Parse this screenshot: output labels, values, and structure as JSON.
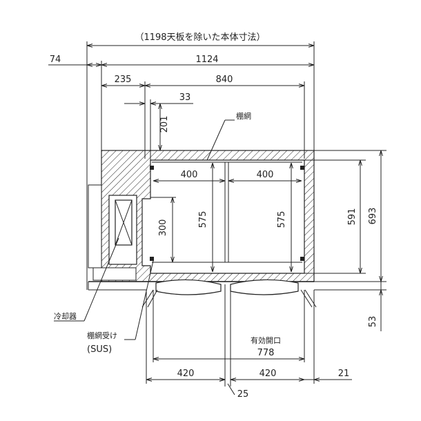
{
  "header_note": "（1198天板を除いた本体寸法）",
  "dimensions": {
    "overhang_74": "74",
    "overall_width_1124": "1124",
    "left_235": "235",
    "inner_840": "840",
    "offset_33": "33",
    "depth_201": "201",
    "net_400_left": "400",
    "net_400_right": "400",
    "net_575_left": "575",
    "net_575_right": "575",
    "height_300": "300",
    "inner_591": "591",
    "outer_693": "693",
    "door_53": "53",
    "opening_778": "778",
    "door_420_left": "420",
    "door_420_right": "420",
    "side_21": "21",
    "gap_25": "25"
  },
  "labels": {
    "wire_shelf": "棚網",
    "refrigeration_unit": "冷却器",
    "shelf_support": "棚網受け",
    "shelf_support_material": "(SUS)",
    "effective_opening": "有効開口"
  },
  "colors": {
    "line": "#222222",
    "background": "#ffffff"
  }
}
